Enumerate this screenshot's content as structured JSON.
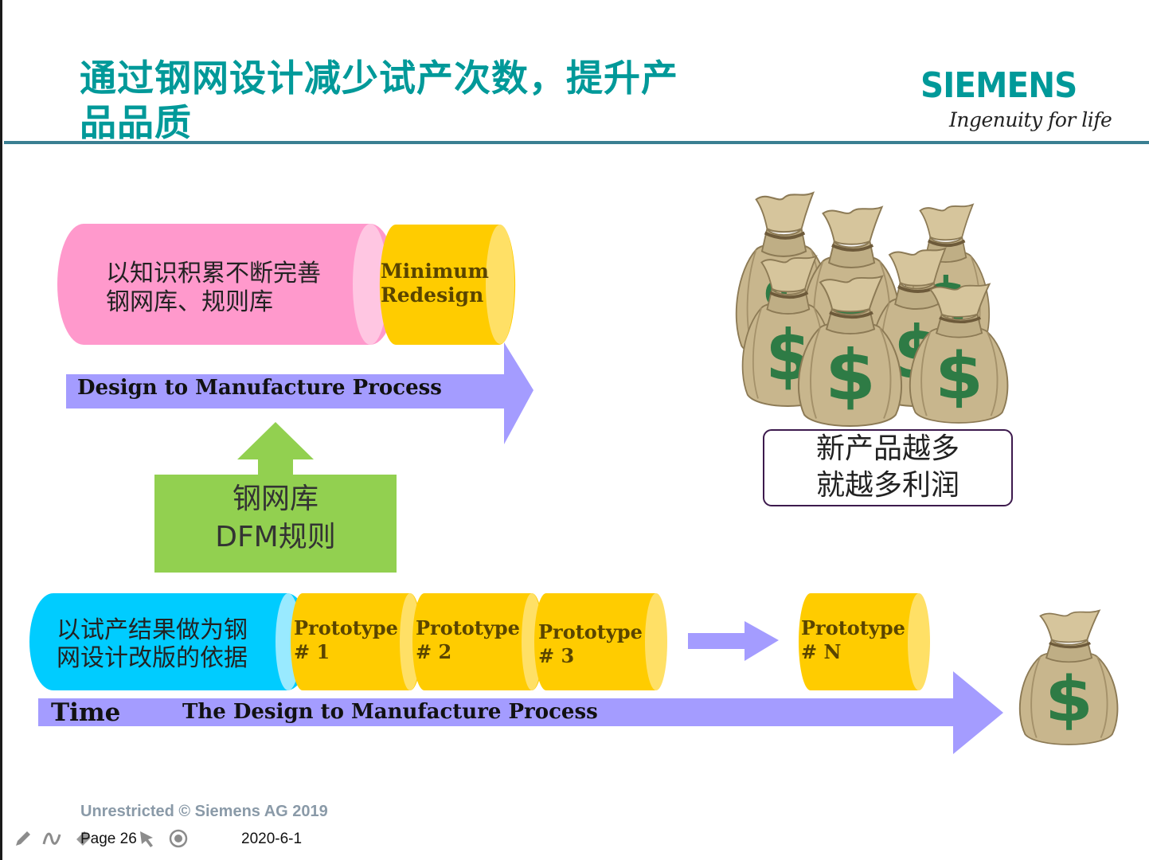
{
  "slide": {
    "title_line1": "通过钢网设计减少试产次数，提升产",
    "title_line2": "品品质",
    "logo_text": "SIEMENS",
    "tagline": "Ingenuity for life",
    "brand_color": "#009999"
  },
  "top_process": {
    "pink_cylinder_line1": "以知识积累不断完善",
    "pink_cylinder_line2": "钢网库、规则库",
    "yellow_cylinder_line1": "Minimum",
    "yellow_cylinder_line2": "Redesign",
    "arrow_label": "Design to Manufacture Process"
  },
  "green_box": {
    "line1": "钢网库",
    "line2": "DFM规则"
  },
  "profit_box": {
    "line1": "新产品越多",
    "line2": "就越多利润"
  },
  "bottom_process": {
    "blue_cylinder_line1": "以试产结果做为钢",
    "blue_cylinder_line2": "网设计改版的依据",
    "prototypes": [
      {
        "line1": "Prototype",
        "line2": "# 1"
      },
      {
        "line1": "Prototype",
        "line2": "# 2"
      },
      {
        "line1": "Prototype",
        "line2": "# 3"
      },
      {
        "line1": "Prototype",
        "line2": "# N"
      }
    ],
    "time_label": "Time",
    "arrow_label": "The Design to Manufacture Process"
  },
  "footer": {
    "copyright": "Unrestricted © Siemens AG 2019",
    "page": "Page 26",
    "date": "2020-6-1"
  },
  "icons": [
    "pen-icon",
    "highlighter-icon",
    "eraser-icon",
    "pointer-icon",
    "record-icon",
    "moneybag-icon"
  ]
}
